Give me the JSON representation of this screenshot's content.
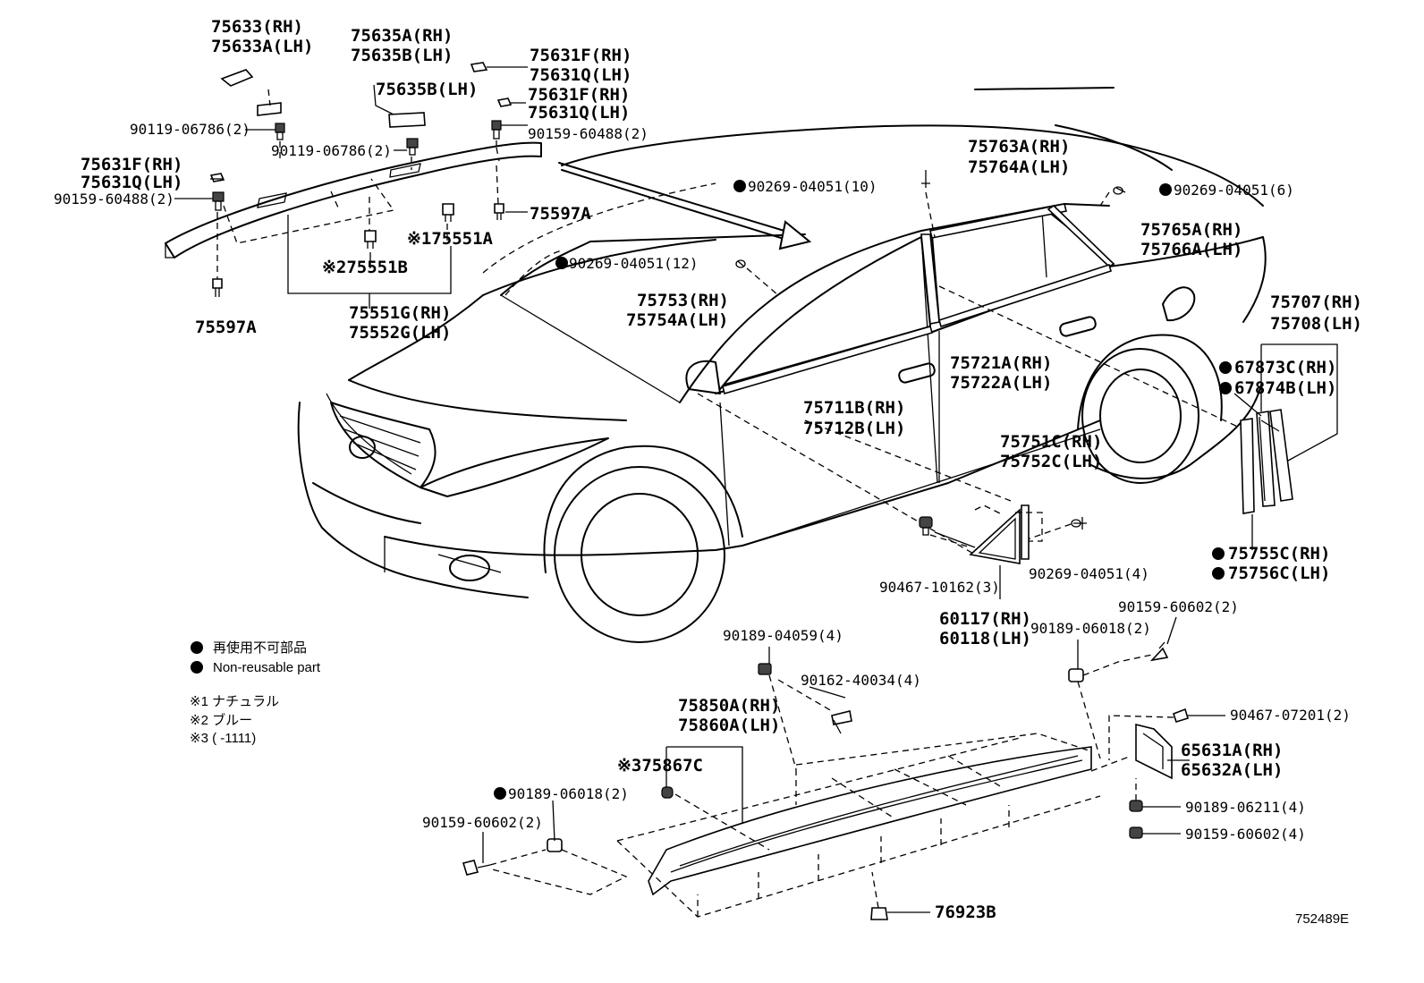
{
  "diagram_code": "752489E",
  "legend": {
    "mark": "●",
    "non_reusable_jp": "再使用不可部品",
    "non_reusable_en": "Non-reusable part",
    "notes": [
      "※1 ナチュラル",
      "※2 ブルー",
      "※3 (      -1111)"
    ]
  },
  "labels": {
    "p75633": "75633(RH)",
    "p75633A": "75633A(LH)",
    "p75635A": "75635A(RH)",
    "p75635B": "75635B(LH)",
    "p75635B_ghost": "75635B(LH)",
    "p75631F_a": "75631F(RH)",
    "p75631Q_a": "75631Q(LH)",
    "p75631F_b": "75631F(RH)",
    "p75631Q_b": "75631Q(LH)",
    "p75631F_c": "75631F(RH)",
    "p75631Q_c": "75631Q(LH)",
    "b90119_a": "90119-06786(2)",
    "b90119_b": "90119-06786(2)",
    "b90159_60488_a": "90159-60488(2)",
    "b90159_60488_b": "90159-60488(2)",
    "p75597A_a": "75597A",
    "p75597A_b": "75597A",
    "p75551A": "※175551A",
    "p75551B": "※275551B",
    "p75551G": "75551G(RH)",
    "p75552G": "75552G(LH)",
    "c90269_10": "90269-04051(10)",
    "c90269_12": "90269-04051(12)",
    "c90269_6": "90269-04051(6)",
    "c90269_4": "90269-04051(4)",
    "p75763A": "75763A(RH)",
    "p75764A": "75764A(LH)",
    "p75765A": "75765A(RH)",
    "p75766A": "75766A(LH)",
    "p75753": "75753(RH)",
    "p75754A": "75754A(LH)",
    "p75707": "75707(RH)",
    "p75708": "75708(LH)",
    "p67873C": "67873C(RH)",
    "p67874B": "67874B(LH)",
    "p75721A": "75721A(RH)",
    "p75722A": "75722A(LH)",
    "p75711B": "75711B(RH)",
    "p75712B": "75712B(LH)",
    "p75751C": "75751C(RH)",
    "p75752C": "75752C(LH)",
    "p75755C": "75755C(RH)",
    "p75756C": "75756C(LH)",
    "b90467_10162": "90467-10162(3)",
    "p60117": "60117(RH)",
    "p60118": "60118(LH)",
    "b90189_04059": "90189-04059(4)",
    "b90162_40034": "90162-40034(4)",
    "b90159_60602_a": "90159-60602(2)",
    "b90159_60602_b": "90159-60602(2)",
    "b90159_60602_c": "90159-60602(4)",
    "b90189_06018_a": "90189-06018(2)",
    "b90189_06018_b": "90189-06018(2)",
    "p75850A": "75850A(RH)",
    "p75860A": "75860A(LH)",
    "p75867C": "※375867C",
    "b90467_07201": "90467-07201(2)",
    "p65631A": "65631A(RH)",
    "p65632A": "65632A(LH)",
    "b90189_06211": "90189-06211(4)",
    "p76923B": "76923B"
  }
}
